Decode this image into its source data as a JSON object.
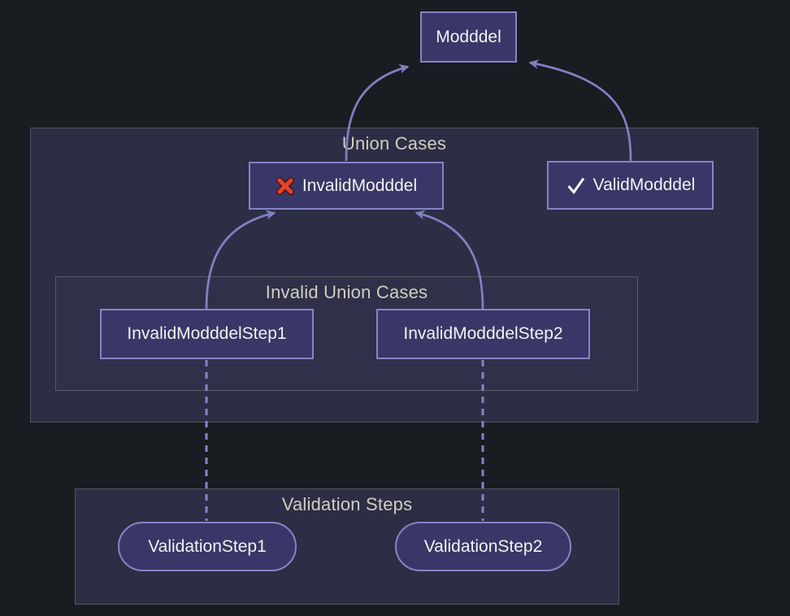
{
  "diagram": {
    "type": "flowchart",
    "nodes": {
      "modddel": {
        "label": "Modddel"
      },
      "invalid_modddel": {
        "label": "InvalidModddel",
        "icon": "red-cross-icon"
      },
      "valid_modddel": {
        "label": "ValidModddel",
        "icon": "check-icon"
      },
      "invalid_step1": {
        "label": "InvalidModddelStep1"
      },
      "invalid_step2": {
        "label": "InvalidModddelStep2"
      },
      "validation_step1": {
        "label": "ValidationStep1",
        "shape": "stadium"
      },
      "validation_step2": {
        "label": "ValidationStep2",
        "shape": "stadium"
      }
    },
    "clusters": {
      "union_cases": {
        "title": "Union Cases"
      },
      "invalid_union_cases": {
        "title": "Invalid Union Cases"
      },
      "validation_steps": {
        "title": "Validation Steps"
      }
    },
    "edges": [
      {
        "from": "invalid_modddel",
        "to": "modddel",
        "style": "solid-arrow"
      },
      {
        "from": "valid_modddel",
        "to": "modddel",
        "style": "solid-arrow"
      },
      {
        "from": "invalid_step1",
        "to": "invalid_modddel",
        "style": "solid-arrow"
      },
      {
        "from": "invalid_step2",
        "to": "invalid_modddel",
        "style": "solid-arrow"
      },
      {
        "from": "invalid_step1",
        "to": "validation_step1",
        "style": "dashed"
      },
      {
        "from": "invalid_step2",
        "to": "validation_step2",
        "style": "dashed"
      }
    ],
    "colors": {
      "background": "#191c21",
      "cluster_fill": "#2d2d45",
      "cluster_border": "#54545e",
      "cluster_title": "#cfcfc0",
      "node_fill": "#383767",
      "node_border": "#8585c5",
      "node_text": "#f2f2f2",
      "edge": "#8080c2",
      "cross_red": "#e0442e",
      "check_white": "#f5f5f5"
    }
  }
}
